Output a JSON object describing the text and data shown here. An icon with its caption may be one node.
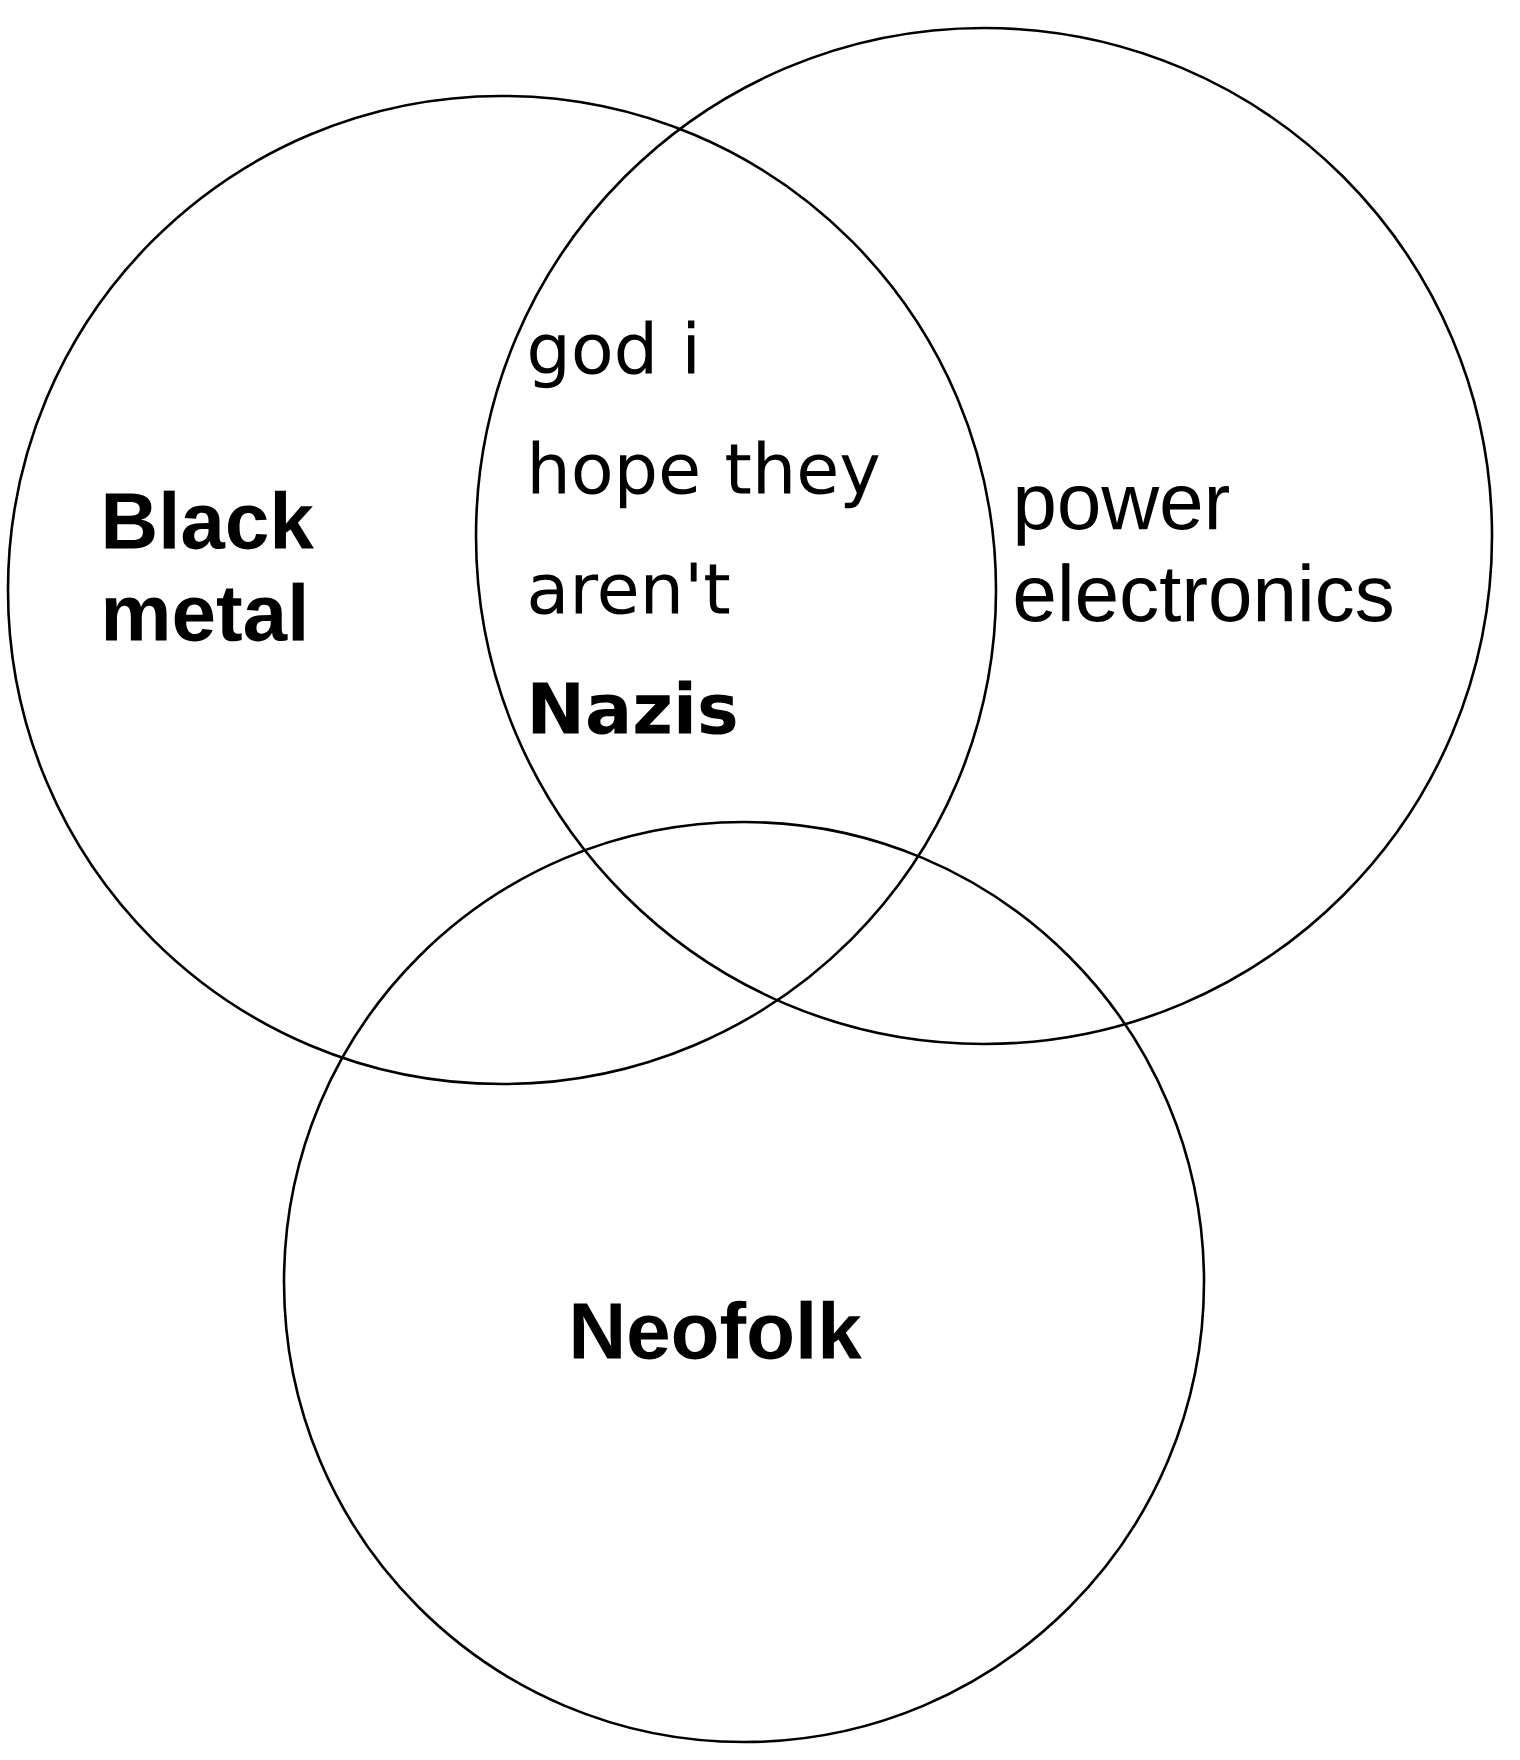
{
  "diagram": {
    "nodes": [
      {
        "text": [
          "Black metal"
        ]
      },
      {
        "text": [
          "power electronics"
        ]
      },
      {
        "text": [
          "Neofolk"
        ]
      }
    ],
    "labels": [
      "god i hope they aren't **Nazis**"
    ]
  }
}
